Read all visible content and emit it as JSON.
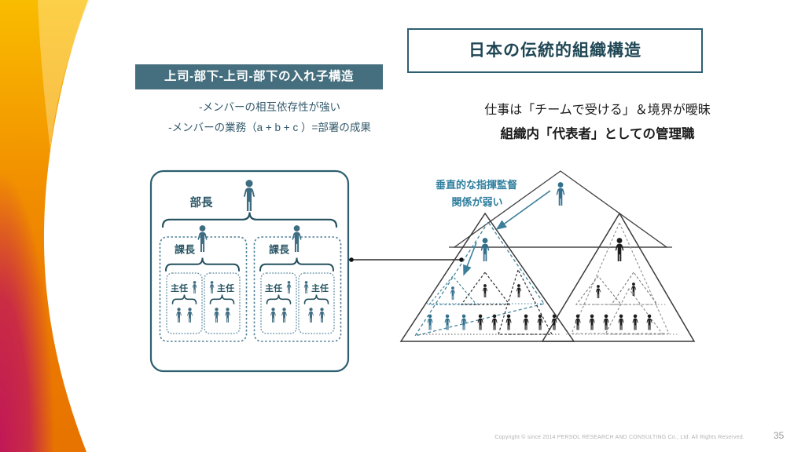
{
  "slide": {
    "title_box": "日本の伝統的組織構造",
    "label_box": "上司-部下-上司-部下の入れ子構造",
    "left_notes": {
      "line1": "-メンバーの相互依存性が強い",
      "line2": "-メンバーの業務（a + b + c ）=部署の成果"
    },
    "right_notes": {
      "line1": "仕事は「チームで受ける」＆境界が曖昧",
      "line2": "組織内「代表者」としての管理職"
    },
    "org_chart": {
      "bucho": "部長",
      "kacho": "課長",
      "shunin": "主任"
    },
    "pyramid_note": {
      "line1": "垂直的な指揮監督",
      "line2": "関係が弱い"
    },
    "footer": {
      "copyright": "Copyright © since 2014 PERSOL RESEARCH AND CONSULTING Co., Ltd. All Rights Reserved.",
      "page_number": "35"
    },
    "icons": {
      "person": "person-silhouette-icon",
      "connector_dot": "filled-circle"
    },
    "colors": {
      "teal_person": "#3E6C81",
      "teal_dark": "#2E5F71",
      "header_bg": "#456F7E",
      "arrow_teal": "#3C7F9B",
      "gold": "#F9BC00",
      "orange": "#F08300",
      "crimson": "#C01758",
      "line_dark": "#3A3A3A"
    }
  }
}
